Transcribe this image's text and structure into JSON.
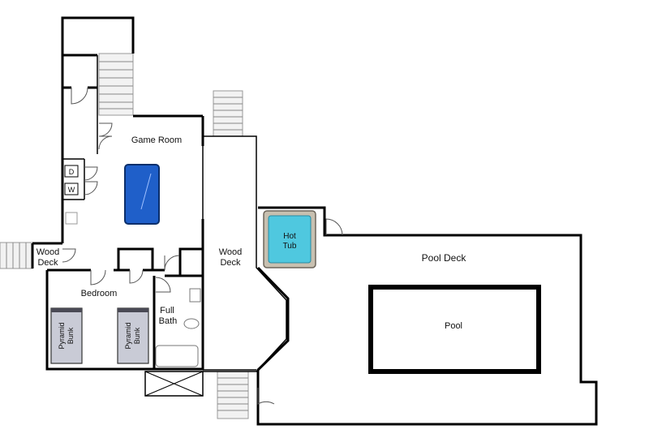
{
  "rooms": {
    "game_room": "Game Room",
    "wood_deck_left_line1": "Wood",
    "wood_deck_left_line2": "Deck",
    "wood_deck_center_line1": "Wood",
    "wood_deck_center_line2": "Deck",
    "bedroom": "Bedroom",
    "full_bath_line1": "Full",
    "full_bath_line2": "Bath",
    "hot_tub_line1": "Hot",
    "hot_tub_line2": "Tub",
    "pool_deck": "Pool Deck",
    "pool": "Pool"
  },
  "bunks": {
    "left_line1": "Pyramid",
    "left_line2": "Bunk",
    "right_line1": "Pyramid",
    "right_line2": "Bunk"
  },
  "appliances": {
    "dryer": "D",
    "washer": "W"
  },
  "colors": {
    "pool_table": "#1f5fc9",
    "hot_tub_water": "#4fc8df",
    "hot_tub_frame": "#c8c0b0",
    "bunk": "#c9cbd6",
    "pool_water": "#ffffff"
  }
}
